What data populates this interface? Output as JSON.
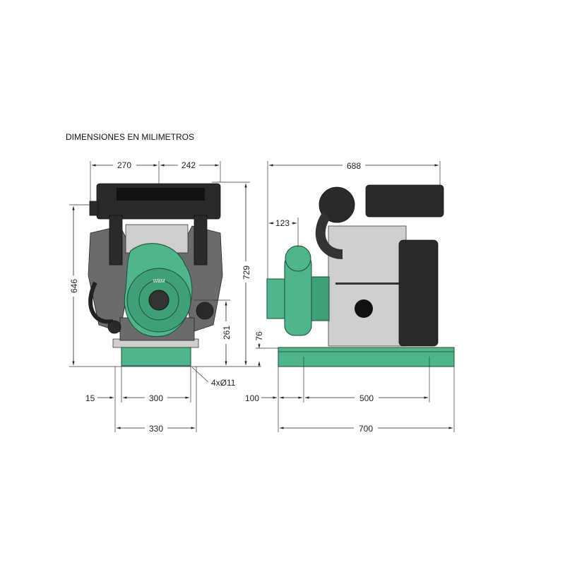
{
  "title": "DIMENSIONES EN MILIMETROS",
  "brand_logo": "WBM",
  "colors": {
    "pump_green": "#4fb58a",
    "engine_black": "#2a2a2a",
    "line": "#222222"
  },
  "front_view": {
    "width_left": "270",
    "width_right": "242",
    "height_engine": "646",
    "height_total": "729",
    "pump_center_height": "261",
    "hole_spec": "4xØ11",
    "offset": "15",
    "hole_spacing": "300",
    "base_width": "330"
  },
  "side_view": {
    "overall_length": "688",
    "pump_offset": "123",
    "base_height": "76",
    "base_offset": "100",
    "hole_spacing": "500",
    "base_length": "700"
  }
}
